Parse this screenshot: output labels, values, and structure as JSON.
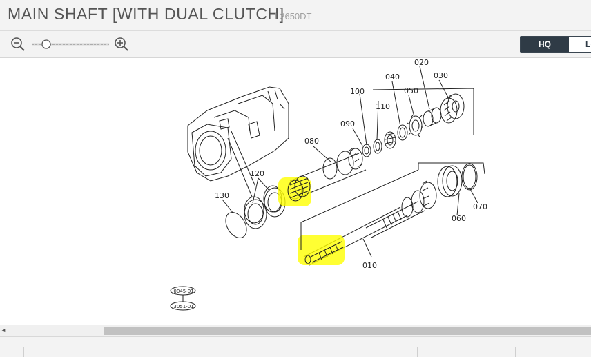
{
  "header": {
    "title": "MAIN SHAFT [WITH DUAL CLUTCH]",
    "model": "L2650DT"
  },
  "toolbar": {
    "zoom_out_icon": "zoom-out-icon",
    "zoom_in_icon": "zoom-in-icon",
    "zoom_level": 0.15,
    "quality_options": [
      {
        "label": "HQ",
        "selected": true
      },
      {
        "label": "LQ",
        "selected": false
      }
    ]
  },
  "diagram": {
    "callouts": {
      "c010": "010",
      "c020": "020",
      "c030": "030",
      "c040": "040",
      "c050": "050",
      "c060": "060",
      "c070": "070",
      "c080": "080",
      "c090": "090",
      "c100": "100",
      "c110": "110",
      "c120": "120",
      "c130": "130"
    },
    "ref_codes": {
      "ref1": "J0045-01",
      "ref2": "J3051-01"
    },
    "highlight_color": "#ffff00"
  },
  "scrollbar": {
    "left_arrow": "◄"
  }
}
